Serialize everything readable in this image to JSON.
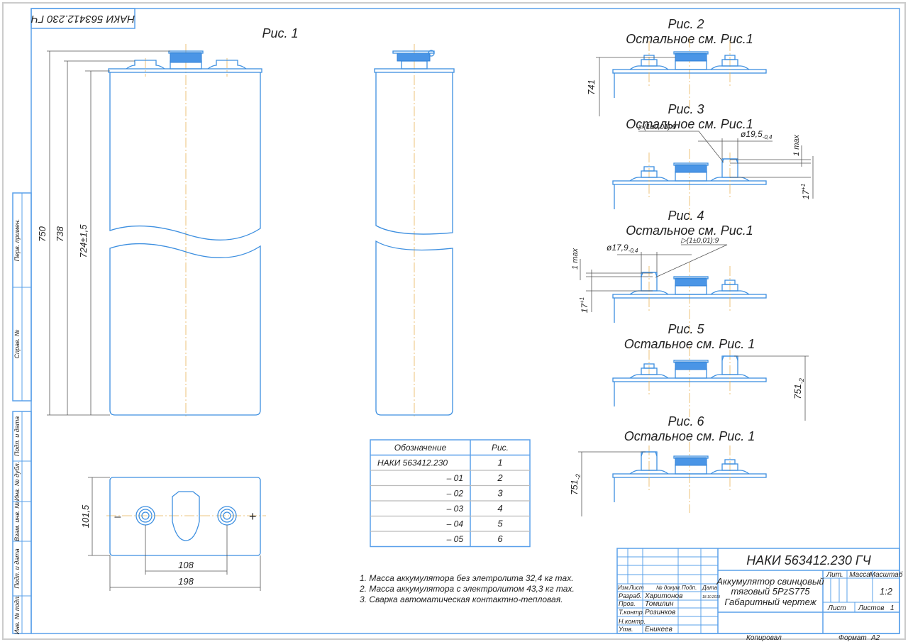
{
  "stamp": "НАКИ 563412.230 ГЧ",
  "fig1": {
    "title": "Рис. 1",
    "dims": {
      "h750": "750",
      "h738": "738",
      "h724": "724±1,5",
      "w108": "108",
      "w198": "198",
      "d101": "101,5"
    },
    "minus": "–",
    "plus": "+"
  },
  "figs": [
    {
      "title": "Рис. 2",
      "subtitle": "Остальное см. Рис.1",
      "dim": "741"
    },
    {
      "title": "Рис. 3",
      "subtitle": "Остальное см. Рис.1",
      "dia": "ø19,5",
      "dia_tol": "-0,4",
      "cone": "▷(1±0,01):9",
      "max": "1 max",
      "h": "17",
      "h_tol": "+1"
    },
    {
      "title": "Рис. 4",
      "subtitle": "Остальное см. Рис.1",
      "dia": "ø17,9",
      "dia_tol": "-0,4",
      "cone": "▷(1±0,01):9",
      "max": "1 max",
      "h": "17",
      "h_tol": "+1"
    },
    {
      "title": "Рис. 5",
      "subtitle": "Остальное см. Рис. 1",
      "dim": "751",
      "dim_tol": "-2"
    },
    {
      "title": "Рис. 6",
      "subtitle": "Остальное см. Рис. 1",
      "dim": "751",
      "dim_tol": "-2"
    }
  ],
  "table": {
    "headers": [
      "Обозначение",
      "Рис."
    ],
    "rows": [
      [
        "НАКИ 563412.230",
        "1"
      ],
      [
        "– 01",
        "2"
      ],
      [
        "– 02",
        "3"
      ],
      [
        "– 03",
        "4"
      ],
      [
        "– 04",
        "5"
      ],
      [
        "– 05",
        "6"
      ]
    ]
  },
  "notes": [
    "1. Масса аккумулятора без элетролита 32,4 кг max.",
    "2. Масса аккумулятора с электролитом 43,3 кг max.",
    "3. Сварка автоматическая контактно-тепловая."
  ],
  "side_strip": [
    "Перв. примен.",
    "Справ. №",
    "Подп. и дата",
    "Инв. № дубл.",
    "Взам. инв. №",
    "Подп. и дата",
    "Инв. № подл."
  ],
  "title_block": {
    "doc_number": "НАКИ 563412.230 ГЧ",
    "name_lines": [
      "Аккумулятор свинцовый",
      "тяговый 5PzS775",
      "Габаритный чертеж"
    ],
    "col_headers": [
      "Изм.",
      "Лист",
      "№ докум.",
      "Подп.",
      "Дата"
    ],
    "roles": [
      {
        "role": "Разраб.",
        "name": "Харитонов",
        "date": "18.10.2019"
      },
      {
        "role": "Пров.",
        "name": "Томилин"
      },
      {
        "role": "Т.контр.",
        "name": "Розинков"
      },
      {
        "role": "Н.контр.",
        "name": ""
      },
      {
        "role": "Утв.",
        "name": "Еникеев"
      }
    ],
    "lit": "Лит.",
    "mass": "Масса",
    "scale_label": "Масштаб",
    "scale": "1:2",
    "sheet": "Лист",
    "sheets": "Листов",
    "sheets_value": "1",
    "copied": "Копировал",
    "format_label": "Формат",
    "format": "А2"
  }
}
